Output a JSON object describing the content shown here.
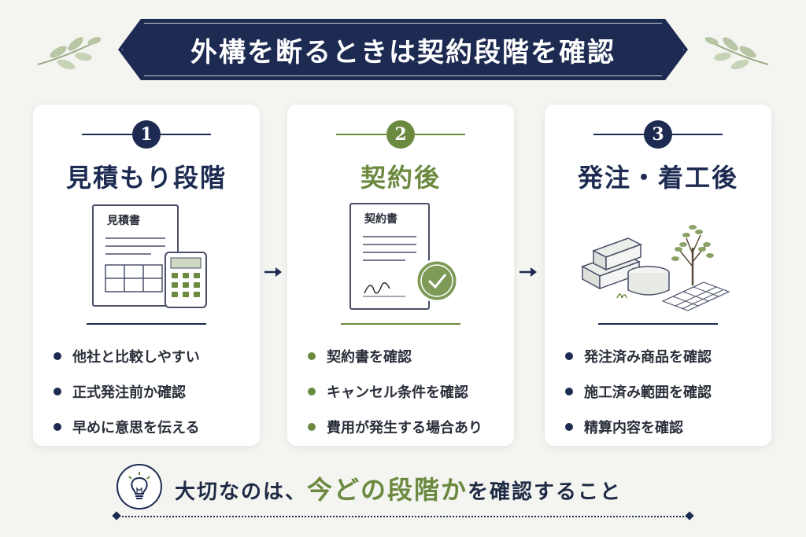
{
  "title": "外構を断るときは契約段階を確認",
  "colors": {
    "navy": "#1d2b52",
    "green": "#6b8a3f",
    "card_bg": "#ffffff",
    "page_bg": "#f4f4f1"
  },
  "steps": [
    {
      "number": "1",
      "title": "見積もり段階",
      "doc_label": "見積書",
      "icon": "estimate-document-calculator-icon",
      "accent": "navy",
      "bullets": [
        "他社と比較しやすい",
        "正式発注前か確認",
        "早めに意思を伝える"
      ]
    },
    {
      "number": "2",
      "title": "契約後",
      "doc_label": "契約書",
      "icon": "contract-document-check-icon",
      "accent": "green",
      "bullets": [
        "契約書を確認",
        "キャンセル条件を確認",
        "費用が発生する場合あり"
      ]
    },
    {
      "number": "3",
      "title": "発注・着工後",
      "icon": "construction-materials-tree-icon",
      "accent": "navy",
      "bullets": [
        "発注済み商品を確認",
        "施工済み範囲を確認",
        "精算内容を確認"
      ]
    }
  ],
  "footer": {
    "icon": "lightbulb-icon",
    "text_before": "大切なのは、",
    "text_emphasis": "今どの段階か",
    "text_after": "を確認すること"
  }
}
